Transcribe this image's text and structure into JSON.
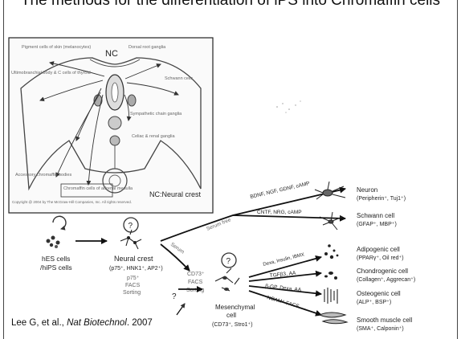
{
  "title": "The methods for the differentiation of iPS into Chromaffin cells",
  "citation": {
    "authors": "Lee G, et al.,",
    "journal": "Nat Biotechnol",
    "year": ". 2007"
  },
  "inset": {
    "nc_label": "NC",
    "caption": "NC:Neural crest",
    "copyright": "Copyright @ 2004 by The McGraw-Hill Companies, Inc. All rights reserved.",
    "labels": {
      "pigment": "Pigment cells of skin (melanocytes)",
      "ultimobranchial": "Ultimobranchial body & C cells of thyroid",
      "dorsal_root": "Dorsal root ganglia",
      "schwann": "Schwann cells",
      "sympathetic": "Sympathetic chain ganglia",
      "celiac": "Celiac & renal ganglia",
      "accessory": "Accessory chromaffin bodies",
      "chromaffin": "Chromaffin cells of adrenal medulla"
    }
  },
  "diagram": {
    "hes_label_1": "hES cells",
    "hes_label_2": "/hiPS cells",
    "nc_title": "Neural crest",
    "nc_markers": "(p75⁺, HNK1⁺, AP2⁺)",
    "nc_sort_1": "p75⁺",
    "nc_sort_2": "FACS",
    "nc_sort_3": "Sorting",
    "serum_free": "Serum free",
    "serum": "Serum",
    "cd73_1": "CD73⁺",
    "cd73_2": "FACS",
    "cd73_3": "Sorting",
    "question": "?",
    "mes_title_1": "Mesenchymal",
    "mes_title_2": "cell",
    "mes_markers": "(CD73⁺, Stro1⁺)",
    "cond_neuron": "BDNF, NGF, GDNF, cAMP",
    "cond_schwann": "CNTF, NRG, cAMP",
    "cond_adipo": "Dexa, Insulin, IBMX",
    "cond_chondro": "TGFβ3, AA",
    "cond_osteo": "β-GP, Dexa, AA",
    "cond_smooth": "NCAM⁺ FACS",
    "outcomes": [
      {
        "name": "Neuron",
        "markers": "(Peripherin⁺, Tuj1⁺)"
      },
      {
        "name": "Schwann cell",
        "markers": "(GFAP⁺, MBP⁺)"
      },
      {
        "name": "Adipogenic cell",
        "markers": "(PPARγ⁺, Oil red⁺)"
      },
      {
        "name": "Chondrogenic cell",
        "markers": "(Collagen⁺, Aggrecan⁺)"
      },
      {
        "name": "Osteogenic cell",
        "markers": "(ALP⁺, BSP⁺)"
      },
      {
        "name": "Smooth muscle cell",
        "markers": "(SMA⁺, Calponin⁺)"
      }
    ]
  }
}
